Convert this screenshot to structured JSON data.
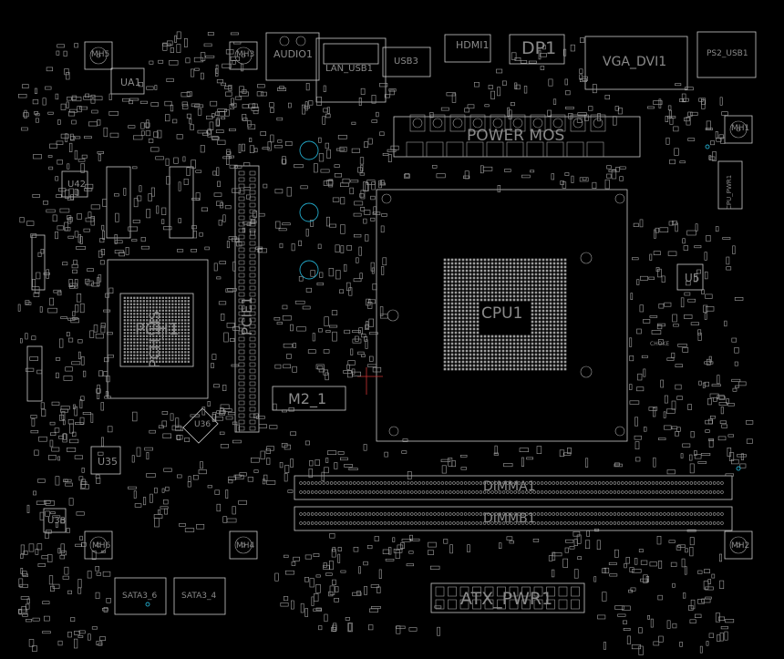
{
  "colors": {
    "background": "#000000",
    "outline": "#c8c8c8",
    "label": "#8a8a8a",
    "hole": "#22a8c8",
    "marker": "#cc3333"
  },
  "labels": {
    "ua1": "UA1",
    "audio1": "AUDIO1",
    "lan_usb1": "LAN_USB1",
    "usb3": "USB3",
    "hdmi1": "HDMI1",
    "dp1": "DP1",
    "vga_dvi1": "VGA_DVI1",
    "ps2_usb1": "PS2_USB1",
    "mh_top_left": "MH5",
    "mh_top_mid": "MH3",
    "mh_top_right": "MH1",
    "mh_bottom_left": "MH6",
    "mh_bottom_mid": "MH4",
    "mh_bottom_right": "MH2",
    "power_mos": "POWER MOS",
    "u42": "U42",
    "cpu_pwr1": "CPU_PWR1",
    "u5": "U5",
    "pch1": "PCH1",
    "pch_hs": "PCH_HS",
    "pcie1": "PCIE1",
    "cpu1": "CPU1",
    "m2_1": "M2_1",
    "u35": "U35",
    "u38": "U38",
    "u36": "U36",
    "dimm_a1": "DIMMA1",
    "dimm_b1": "DIMMB1",
    "sata3_6": "SATA3_6",
    "sata3_4": "SATA3_4",
    "atx_pwr1": "ATX_PWR1",
    "choke": "CHOKE"
  }
}
